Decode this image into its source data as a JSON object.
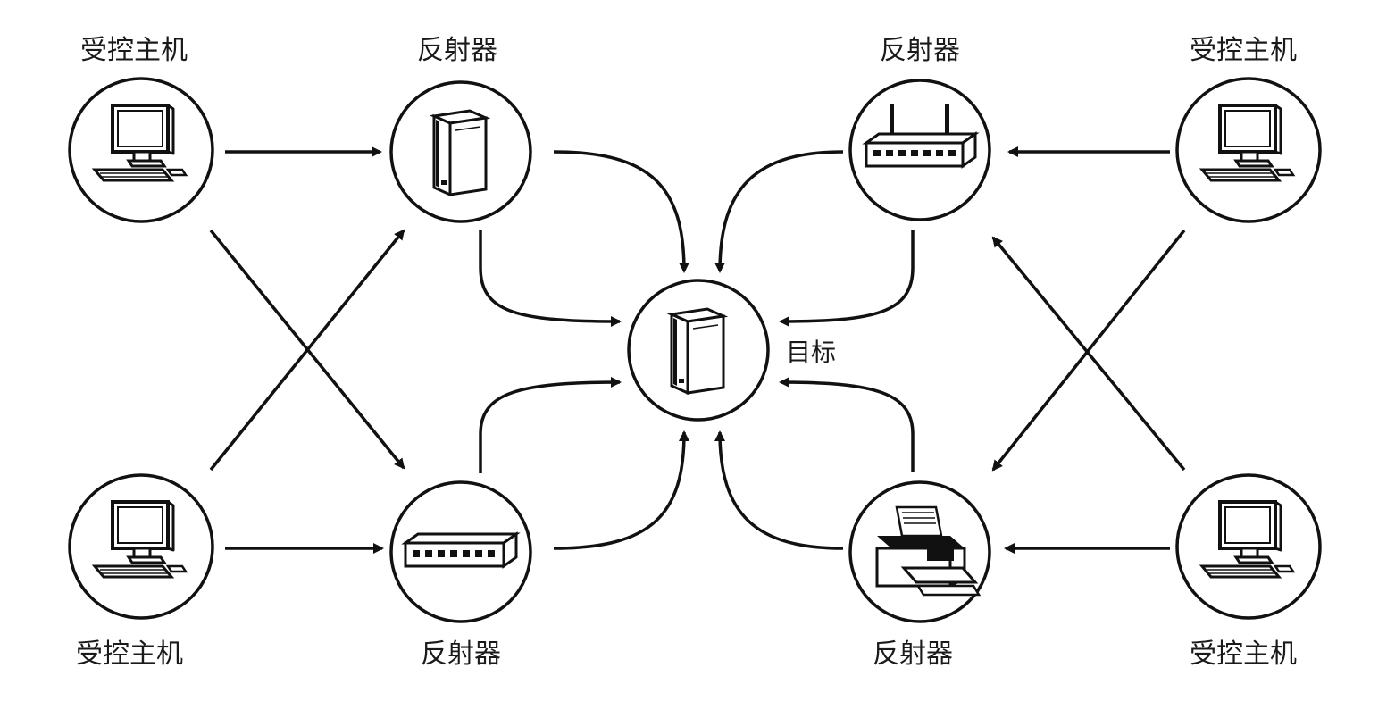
{
  "nodes": {
    "host_top_left": {
      "label": "受控主机",
      "icon": "desktop-computer-icon"
    },
    "host_bottom_left": {
      "label": "受控主机",
      "icon": "desktop-computer-icon"
    },
    "host_top_right": {
      "label": "受控主机",
      "icon": "desktop-computer-icon"
    },
    "host_bottom_right": {
      "label": "受控主机",
      "icon": "desktop-computer-icon"
    },
    "reflector_top_left": {
      "label": "反射器",
      "icon": "server-tower-icon"
    },
    "reflector_bottom_left": {
      "label": "反射器",
      "icon": "network-switch-icon"
    },
    "reflector_top_right": {
      "label": "反射器",
      "icon": "wireless-router-icon"
    },
    "reflector_bottom_right": {
      "label": "反射器",
      "icon": "printer-icon"
    },
    "target": {
      "label": "目标",
      "icon": "server-tower-icon"
    }
  },
  "edges": [
    {
      "from": "host_top_left",
      "to": "reflector_top_left"
    },
    {
      "from": "host_top_left",
      "to": "reflector_bottom_left"
    },
    {
      "from": "host_bottom_left",
      "to": "reflector_bottom_left"
    },
    {
      "from": "host_bottom_left",
      "to": "reflector_top_left"
    },
    {
      "from": "host_top_right",
      "to": "reflector_top_right"
    },
    {
      "from": "host_top_right",
      "to": "reflector_bottom_right"
    },
    {
      "from": "host_bottom_right",
      "to": "reflector_bottom_right"
    },
    {
      "from": "host_bottom_right",
      "to": "reflector_top_right"
    },
    {
      "from": "reflector_top_left",
      "to": "target"
    },
    {
      "from": "reflector_top_left",
      "to": "target"
    },
    {
      "from": "reflector_bottom_left",
      "to": "target"
    },
    {
      "from": "reflector_bottom_left",
      "to": "target"
    },
    {
      "from": "reflector_top_right",
      "to": "target"
    },
    {
      "from": "reflector_top_right",
      "to": "target"
    },
    {
      "from": "reflector_bottom_right",
      "to": "target"
    },
    {
      "from": "reflector_bottom_right",
      "to": "target"
    }
  ],
  "colors": {
    "ink": "#111111",
    "background": "#ffffff"
  }
}
